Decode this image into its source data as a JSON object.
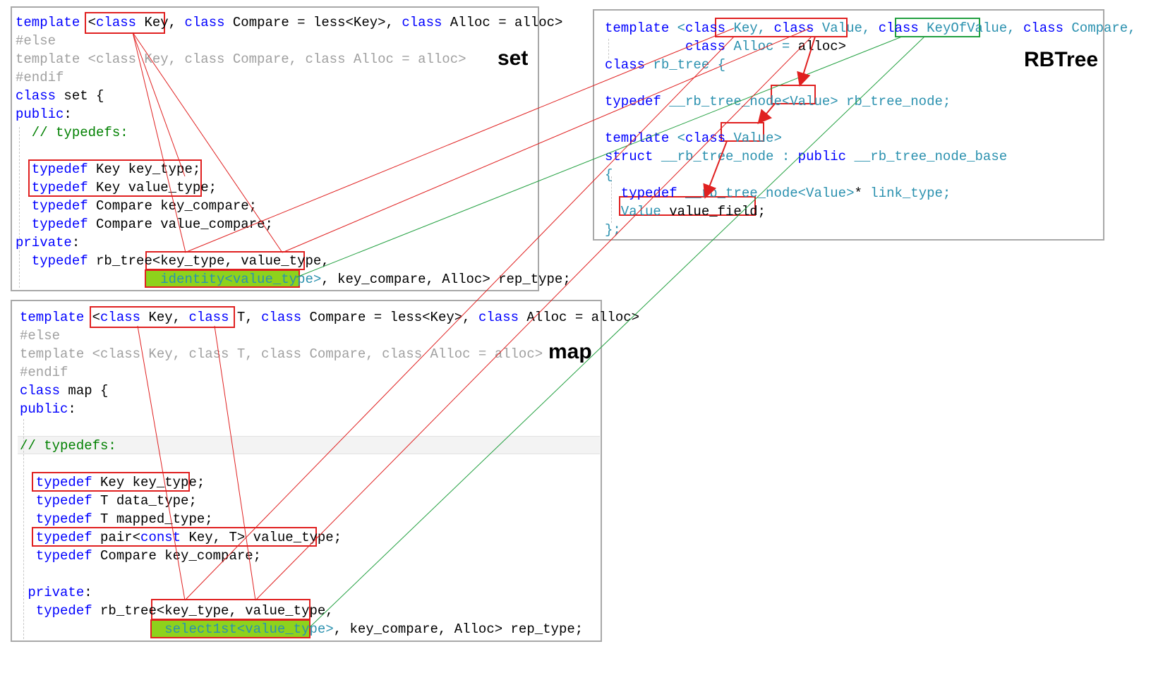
{
  "set": {
    "label": "set",
    "lines": [
      [
        [
          "k",
          "template "
        ],
        [
          "n",
          "<"
        ],
        [
          "k",
          "class "
        ],
        [
          "n",
          "Key"
        ],
        [
          "n",
          ", "
        ],
        [
          "k",
          "class "
        ],
        [
          "n",
          "Compare = less<Key>, "
        ],
        [
          "k",
          "class "
        ],
        [
          "n",
          "Alloc = alloc>"
        ]
      ],
      [
        [
          "gr",
          "#else"
        ]
      ],
      [
        [
          "gr",
          "template <class Key, class Compare, class Alloc = alloc>"
        ]
      ],
      [
        [
          "gr",
          "#endif"
        ]
      ],
      [
        [
          "k",
          "class "
        ],
        [
          "n",
          "set {"
        ]
      ],
      [
        [
          "k",
          "public"
        ],
        [
          "n",
          ":"
        ]
      ],
      [
        [
          "g",
          "  // typedefs:"
        ]
      ],
      [],
      [
        [
          "k",
          "  typedef "
        ],
        [
          "n",
          "Key key_type;"
        ]
      ],
      [
        [
          "k",
          "  typedef "
        ],
        [
          "n",
          "Key value_type;"
        ]
      ],
      [
        [
          "k",
          "  typedef "
        ],
        [
          "n",
          "Compare key_compare;"
        ]
      ],
      [
        [
          "k",
          "  typedef "
        ],
        [
          "n",
          "Compare value_compare;"
        ]
      ],
      [
        [
          "k",
          "private"
        ],
        [
          "n",
          ":"
        ]
      ],
      [
        [
          "k",
          "  typedef "
        ],
        [
          "n",
          "rb_tree<key_type, value_type,"
        ]
      ],
      [
        [
          "n",
          "                  "
        ],
        [
          "t",
          "identity<value_type>"
        ],
        [
          "n",
          ", key_compare, Alloc> rep_type;"
        ]
      ]
    ]
  },
  "map": {
    "label": "map",
    "lines": [
      [
        [
          "k",
          "template "
        ],
        [
          "n",
          "<"
        ],
        [
          "k",
          "class "
        ],
        [
          "n",
          "Key, "
        ],
        [
          "k",
          "class "
        ],
        [
          "n",
          "T"
        ],
        [
          "n",
          ", "
        ],
        [
          "k",
          "class "
        ],
        [
          "n",
          "Compare = less<Key>, "
        ],
        [
          "k",
          "class "
        ],
        [
          "n",
          "Alloc = alloc>"
        ]
      ],
      [
        [
          "gr",
          "#else"
        ]
      ],
      [
        [
          "gr",
          "template <class Key, class T, class Compare, class Alloc = alloc>"
        ]
      ],
      [
        [
          "gr",
          "#endif"
        ]
      ],
      [
        [
          "k",
          "class "
        ],
        [
          "n",
          "map {"
        ]
      ],
      [
        [
          "k",
          "public"
        ],
        [
          "n",
          ":"
        ]
      ],
      [],
      [
        [
          "g",
          "// typedefs:"
        ]
      ],
      [],
      [
        [
          "k",
          "  typedef "
        ],
        [
          "n",
          "Key key_type;"
        ]
      ],
      [
        [
          "k",
          "  typedef "
        ],
        [
          "n",
          "T data_type;"
        ]
      ],
      [
        [
          "k",
          "  typedef "
        ],
        [
          "n",
          "T mapped_type;"
        ]
      ],
      [
        [
          "k",
          "  typedef "
        ],
        [
          "n",
          "pair<"
        ],
        [
          "k",
          "const "
        ],
        [
          "n",
          "Key, T> value_type;"
        ]
      ],
      [
        [
          "k",
          "  typedef "
        ],
        [
          "n",
          "Compare key_compare;"
        ]
      ],
      [],
      [
        [
          "k",
          " private"
        ],
        [
          "n",
          ":"
        ]
      ],
      [
        [
          "k",
          "  typedef "
        ],
        [
          "n",
          "rb_tree<key_type, value_type,"
        ]
      ],
      [
        [
          "n",
          "                  "
        ],
        [
          "t",
          "select1st<value_type>"
        ],
        [
          "n",
          ", key_compare, Alloc> rep_type;"
        ]
      ]
    ]
  },
  "rbtree": {
    "label": "RBTree",
    "lines": [
      [
        [
          "k",
          "template "
        ],
        [
          "t",
          "<"
        ],
        [
          "k",
          "class "
        ],
        [
          "t",
          "Key, "
        ],
        [
          "k",
          "class "
        ],
        [
          "t",
          "Value, "
        ],
        [
          "k",
          "class "
        ],
        [
          "t",
          "KeyOfValue, "
        ],
        [
          "k",
          "class "
        ],
        [
          "t",
          "Compare,"
        ]
      ],
      [
        [
          "n",
          "          "
        ],
        [
          "k",
          "class "
        ],
        [
          "t",
          "Alloc = "
        ],
        [
          "n",
          "alloc>"
        ]
      ],
      [
        [
          "k",
          "class "
        ],
        [
          "t",
          "rb_tree {"
        ]
      ],
      [],
      [
        [
          "k",
          "typedef "
        ],
        [
          "t",
          "__rb_tree_node<Value> rb_tree_node;"
        ]
      ],
      [],
      [
        [
          "k",
          "template "
        ],
        [
          "t",
          "<"
        ],
        [
          "k",
          "class "
        ],
        [
          "t",
          "Value>"
        ]
      ],
      [
        [
          "k",
          "struct "
        ],
        [
          "t",
          "__rb_tree_node : "
        ],
        [
          "k",
          "public "
        ],
        [
          "t",
          "__rb_tree_node_base"
        ]
      ],
      [
        [
          "t",
          "{"
        ]
      ],
      [
        [
          "k",
          "  typedef "
        ],
        [
          "t",
          "__rb_tree_node<Value>"
        ],
        [
          "n",
          "* "
        ],
        [
          "t",
          "link_type;"
        ]
      ],
      [
        [
          "t",
          "  Value "
        ],
        [
          "n",
          "value_field;"
        ]
      ],
      [
        [
          "t",
          "};"
        ]
      ]
    ]
  },
  "colors": {
    "box_red": "#e02020",
    "box_green": "#22a040",
    "highlight_green": "#8ed21c",
    "keyword_blue": "#0000ff",
    "comment_green": "#008000",
    "type_teal": "#2b91af",
    "panel_border": "#a8a8a8"
  }
}
